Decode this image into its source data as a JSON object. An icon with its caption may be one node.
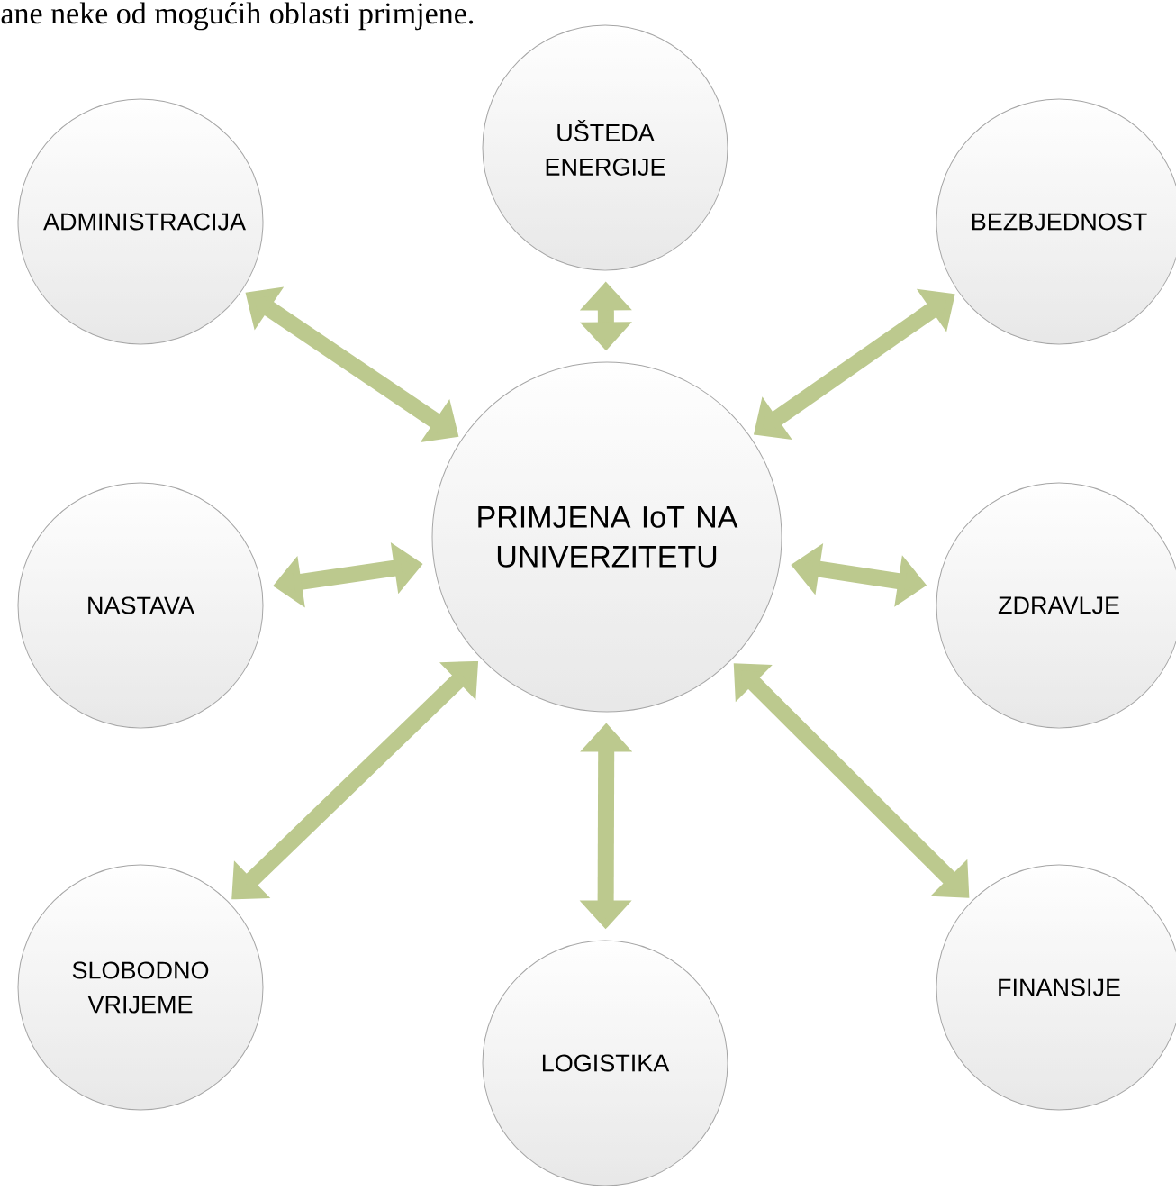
{
  "diagram": {
    "nodes": [
      {
        "text": [
          "UŠTEDA ENERGIJE"
        ]
      },
      {
        "text": [
          "ADMINISTRACIJA"
        ]
      },
      {
        "text": [
          "BEZBJEDNOST"
        ]
      },
      {
        "text": [
          "NASTAVA"
        ]
      },
      {
        "text": [
          "PRIMJENA IoT NA UNIVERZITETU"
        ]
      },
      {
        "text": [
          "ZDRAVLJE"
        ]
      },
      {
        "text": [
          "SLOBODNO VRIJEME"
        ]
      },
      {
        "text": [
          "FINANSIJE"
        ]
      },
      {
        "text": [
          "LOGISTIKA"
        ]
      }
    ],
    "edges": [
      {
        "from": 4,
        "to": 0,
        "arrow": "both"
      },
      {
        "from": 4,
        "to": 1,
        "arrow": "both"
      },
      {
        "from": 4,
        "to": 2,
        "arrow": "both"
      },
      {
        "from": 4,
        "to": 3,
        "arrow": "both"
      },
      {
        "from": 4,
        "to": 5,
        "arrow": "both"
      },
      {
        "from": 4,
        "to": 6,
        "arrow": "both"
      },
      {
        "from": 4,
        "to": 7,
        "arrow": "both"
      },
      {
        "from": 4,
        "to": 8,
        "arrow": "both"
      }
    ],
    "labels": [
      "ane neke od mogućih oblasti primjene."
    ]
  }
}
